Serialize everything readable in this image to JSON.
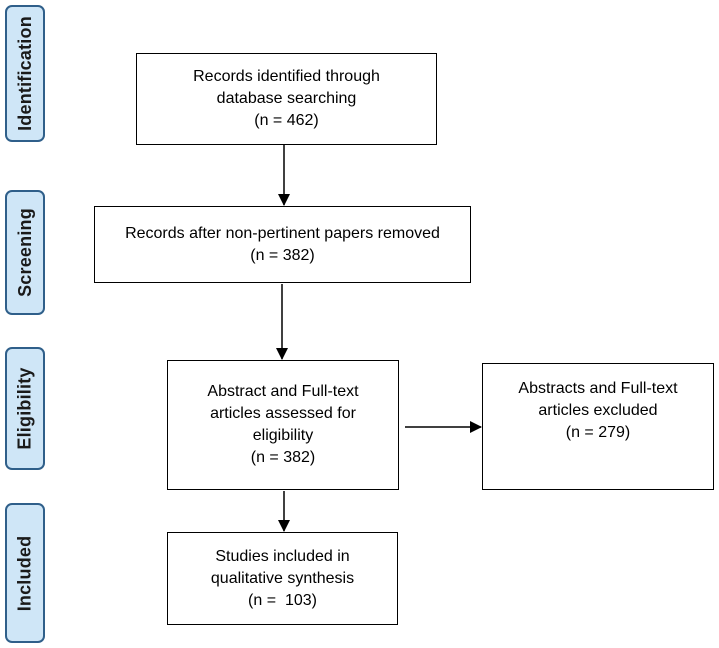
{
  "stages": {
    "identification": "Identification",
    "screening": "Screening",
    "eligibility": "Eligibility",
    "included": "Included"
  },
  "boxes": {
    "identified": {
      "line1": "Records identified through",
      "line2": "database searching",
      "count": "(n = 462)"
    },
    "screened": {
      "line1": "Records after non-pertinent papers removed",
      "count": "(n = 382)"
    },
    "assessed": {
      "line1": "Abstract and Full-text",
      "line2": "articles assessed for",
      "line3": "eligibility",
      "count": "(n = 382)"
    },
    "excluded": {
      "line1": "Abstracts and Full-text",
      "line2": "articles excluded",
      "count": "(n = 279)"
    },
    "included": {
      "line1": "Studies included in",
      "line2": "qualitative synthesis",
      "count": "(n =  103)"
    }
  },
  "colors": {
    "stage_fill": "#cfe6f7",
    "stage_border": "#2f5f8a"
  }
}
